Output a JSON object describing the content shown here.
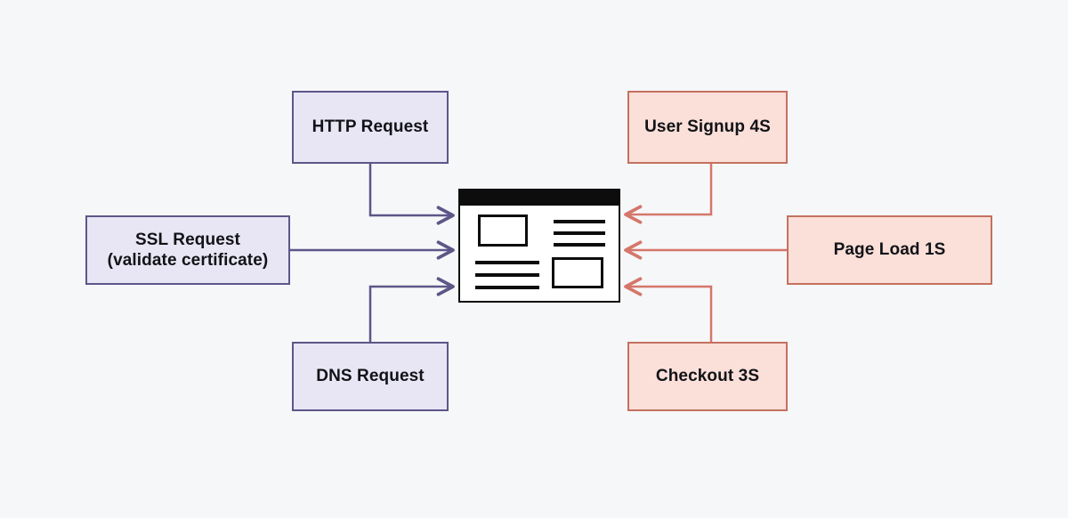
{
  "diagram": {
    "title": "Client requests and server-side transactions around a web page",
    "background_color": "#f6f7f9",
    "client_color": {
      "fill": "#e8e6f4",
      "border": "#5d5688",
      "arrow": "#5d5688"
    },
    "server_color": {
      "fill": "#fbdfd9",
      "border": "#c4715f",
      "arrow": "#d4776a"
    }
  },
  "nodes": {
    "http_request": {
      "label": "HTTP Request",
      "group": "client"
    },
    "ssl_request": {
      "label": "SSL Request\n(validate certificate)",
      "group": "client"
    },
    "dns_request": {
      "label": "DNS Request",
      "group": "client"
    },
    "user_signup": {
      "label": "User Signup 4S",
      "group": "server"
    },
    "page_load": {
      "label": "Page Load 1S",
      "group": "server"
    },
    "checkout": {
      "label": "Checkout 3S",
      "group": "server"
    }
  },
  "center": {
    "name": "web-page",
    "title_bar": "",
    "content_blocks": [
      "image-block",
      "text-lines",
      "text-lines",
      "image-block"
    ]
  },
  "connections": [
    {
      "from": "http_request",
      "to": "web-page",
      "color": "#5d5688"
    },
    {
      "from": "ssl_request",
      "to": "web-page",
      "color": "#5d5688"
    },
    {
      "from": "dns_request",
      "to": "web-page",
      "color": "#5d5688"
    },
    {
      "from": "user_signup",
      "to": "web-page",
      "color": "#d4776a"
    },
    {
      "from": "page_load",
      "to": "web-page",
      "color": "#d4776a"
    },
    {
      "from": "checkout",
      "to": "web-page",
      "color": "#d4776a"
    }
  ]
}
